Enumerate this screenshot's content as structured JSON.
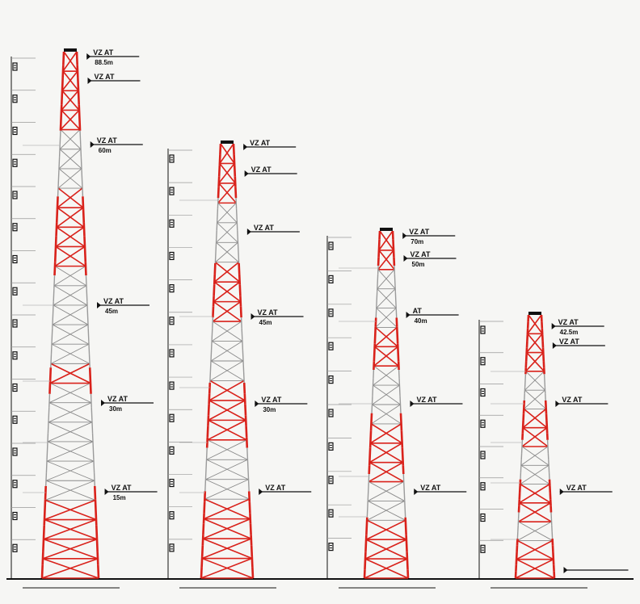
{
  "colors": {
    "background": "#f6f6f4",
    "red": "#d9221b",
    "grey": "#8a8a8a",
    "ink": "#111111"
  },
  "towers": [
    {
      "name": "tower-1",
      "topLabel": "",
      "caption": "",
      "captionSub": "",
      "annotations": [
        {
          "text": "VZ AT",
          "sub": "88.5m"
        },
        {
          "text": "VZ AT",
          "sub": ""
        },
        {
          "text": "VZ AT",
          "sub": "60m"
        },
        {
          "text": "VZ AT",
          "sub": "45m"
        },
        {
          "text": "VZ AT",
          "sub": "30m"
        },
        {
          "text": "VZ AT",
          "sub": "15m"
        }
      ]
    },
    {
      "name": "tower-2",
      "topLabel": "",
      "caption": "",
      "captionSub": "",
      "annotations": [
        {
          "text": "VZ AT",
          "sub": ""
        },
        {
          "text": "VZ AT",
          "sub": ""
        },
        {
          "text": "VZ AT",
          "sub": ""
        },
        {
          "text": "VZ AT",
          "sub": "45m"
        },
        {
          "text": "VZ AT",
          "sub": "30m"
        },
        {
          "text": "VZ AT",
          "sub": ""
        }
      ]
    },
    {
      "name": "tower-3",
      "topLabel": "",
      "caption": "",
      "captionSub": "",
      "annotations": [
        {
          "text": "VZ AT",
          "sub": "70m"
        },
        {
          "text": "VZ AT",
          "sub": "50m"
        },
        {
          "text": "AT",
          "sub": "40m"
        },
        {
          "text": "VZ AT",
          "sub": ""
        },
        {
          "text": "VZ AT",
          "sub": ""
        }
      ]
    },
    {
      "name": "tower-4",
      "topLabel": "",
      "caption": "",
      "captionSub": "",
      "annotations": [
        {
          "text": "VZ AT",
          "sub": "42.5m"
        },
        {
          "text": "VZ AT",
          "sub": ""
        },
        {
          "text": "VZ AT",
          "sub": ""
        },
        {
          "text": "VZ AT",
          "sub": ""
        },
        {
          "text": "",
          "sub": ""
        }
      ]
    }
  ]
}
